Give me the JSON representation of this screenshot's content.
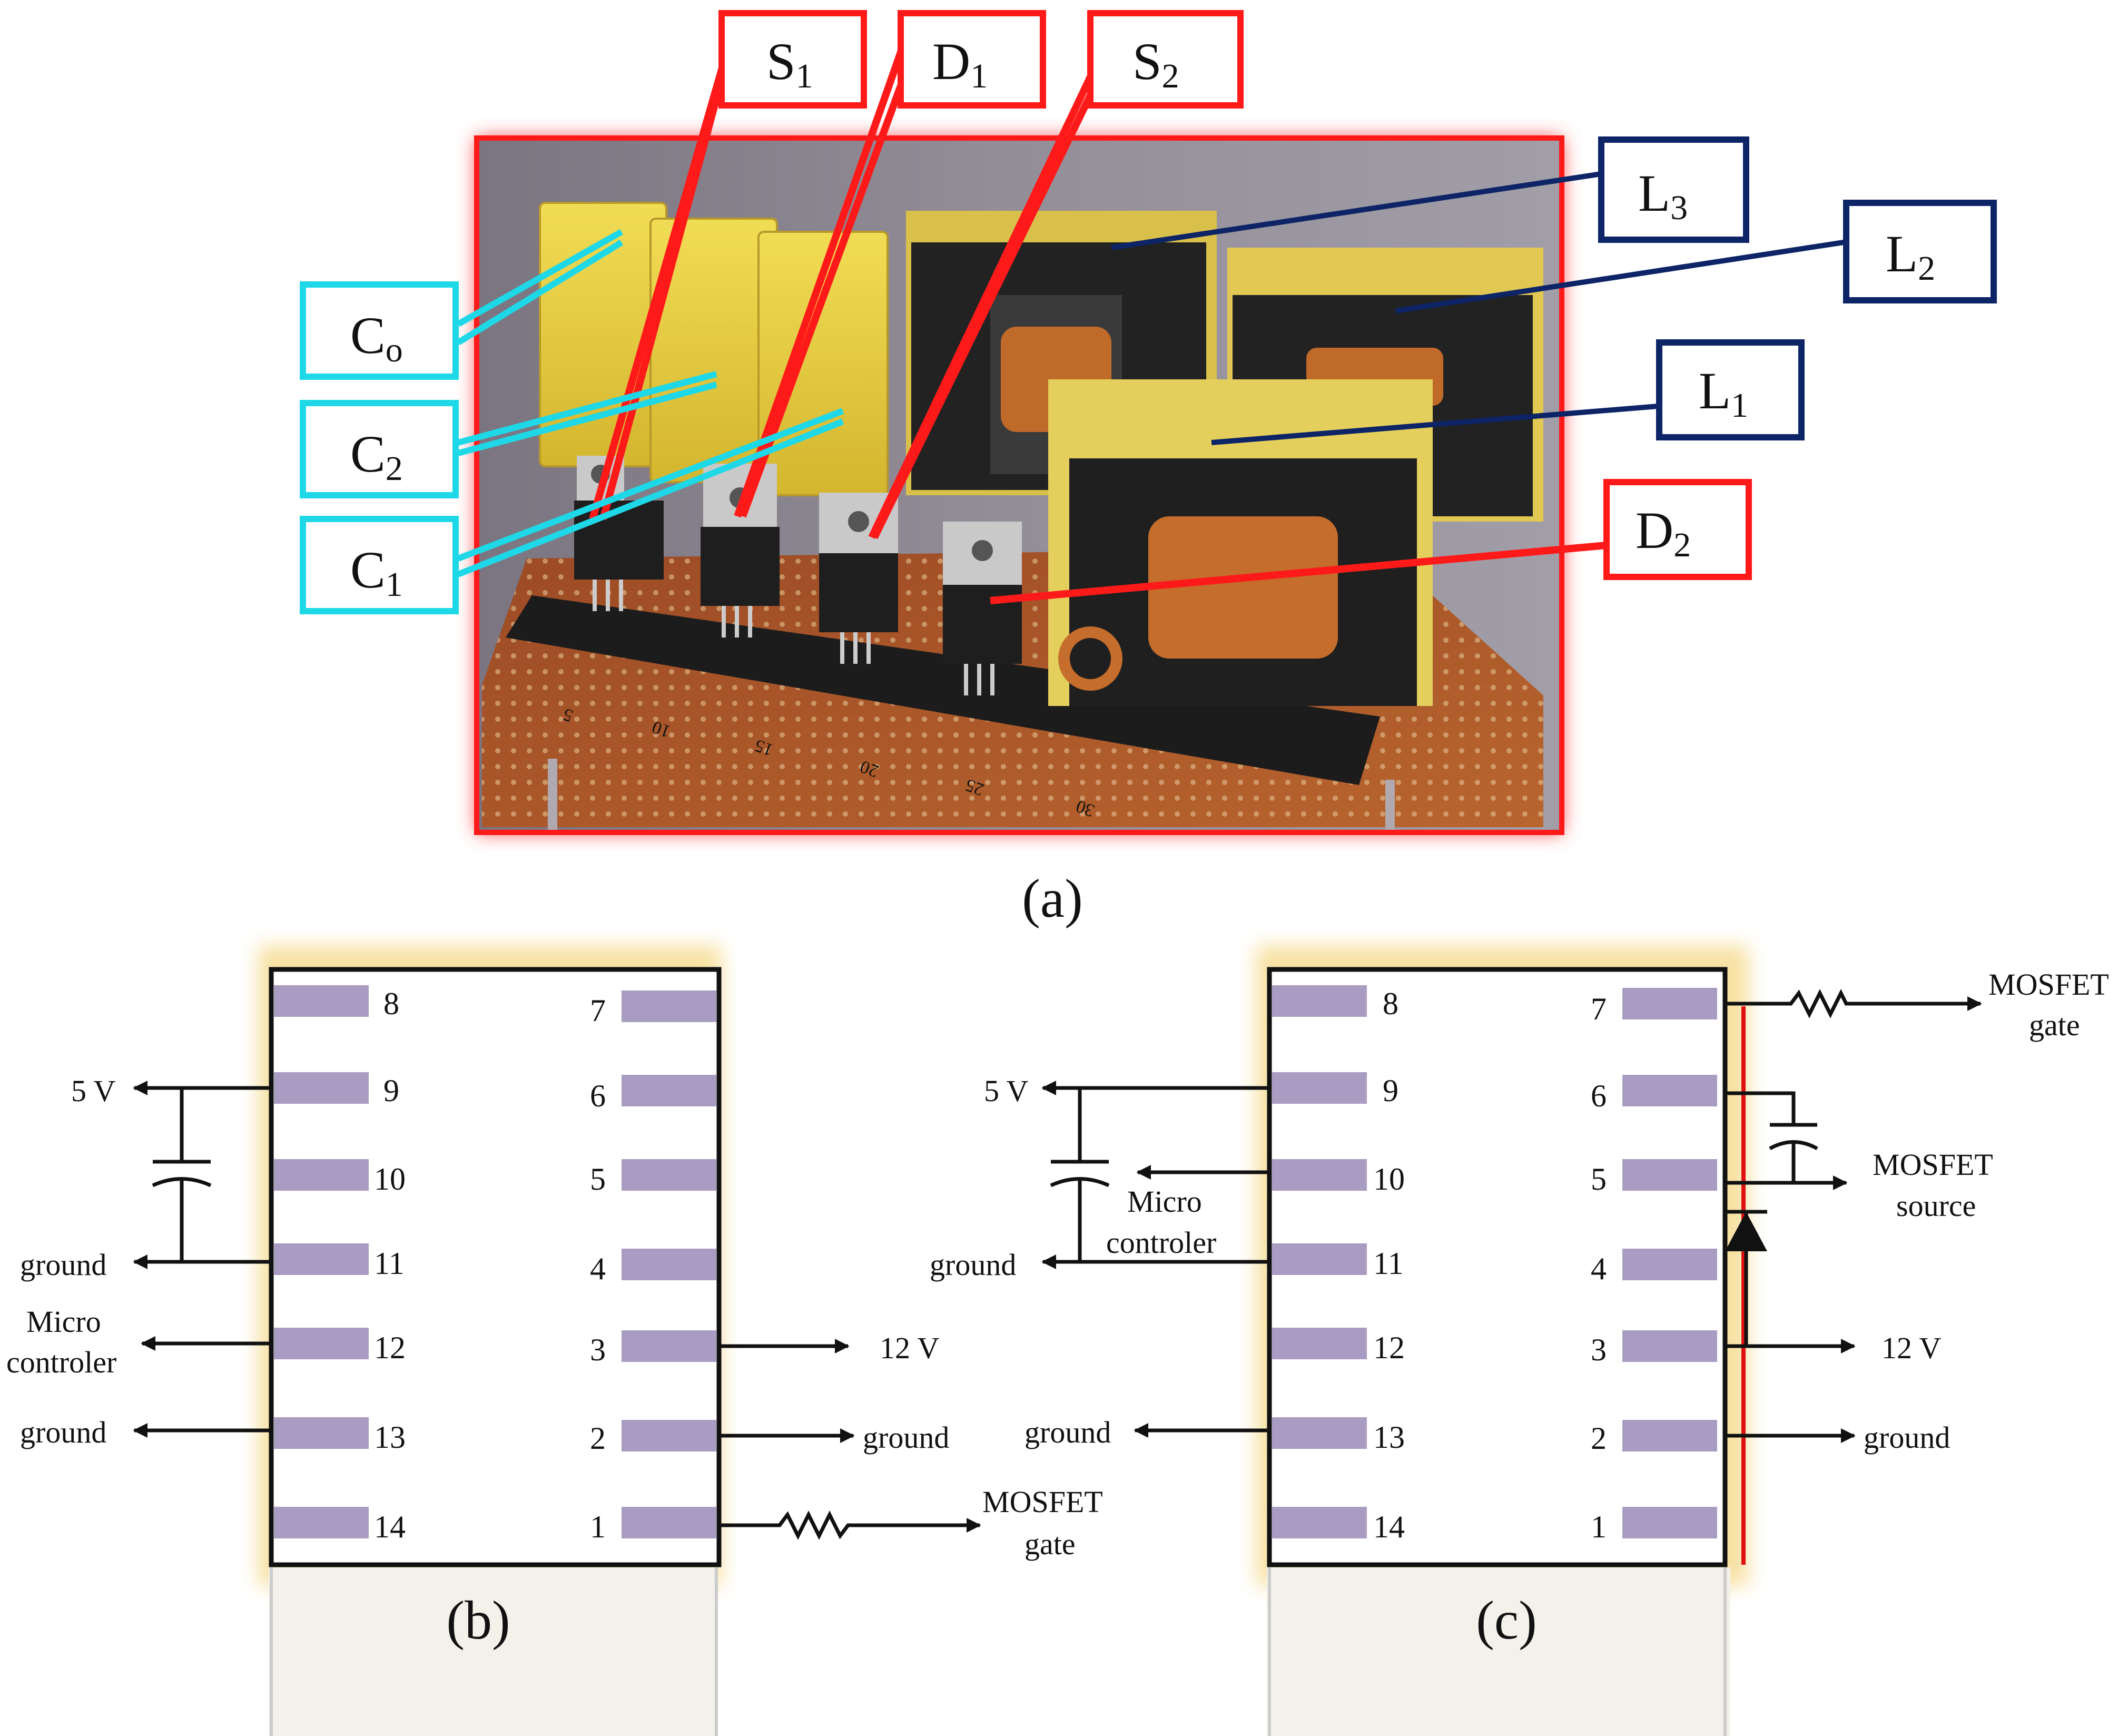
{
  "figure": {
    "panel_a": {
      "caption": "(a)",
      "callouts": {
        "s1": {
          "letter": "S",
          "sub": "1"
        },
        "d1": {
          "letter": "D",
          "sub": "1"
        },
        "s2": {
          "letter": "S",
          "sub": "2"
        },
        "l3": {
          "letter": "L",
          "sub": "3"
        },
        "l2": {
          "letter": "L",
          "sub": "2"
        },
        "l1": {
          "letter": "L",
          "sub": "1"
        },
        "d2": {
          "letter": "D",
          "sub": "2"
        },
        "co": {
          "letter": "C",
          "sub": "o"
        },
        "c2": {
          "letter": "C",
          "sub": "2"
        },
        "c1": {
          "letter": "C",
          "sub": "1"
        }
      },
      "board_numbers": [
        "5",
        "10",
        "15",
        "20",
        "25",
        "30"
      ],
      "colors": {
        "red": "#ff1a1a",
        "cyan": "#1ed8e8",
        "navy": "#0d2466"
      }
    },
    "panel_b": {
      "caption": "(b)",
      "left_pins": [
        "8",
        "9",
        "10",
        "11",
        "12",
        "13",
        "14"
      ],
      "right_pins": [
        "7",
        "6",
        "5",
        "4",
        "3",
        "2",
        "1"
      ],
      "signals": {
        "v5": "5 V",
        "ground1": "ground",
        "micro_line1": "Micro",
        "micro_line2": "controler",
        "ground2": "ground",
        "v12": "12 V",
        "ground3": "ground",
        "mosfet": "MOSFET",
        "gate": "gate"
      }
    },
    "panel_c": {
      "caption": "(c)",
      "left_pins": [
        "8",
        "9",
        "10",
        "11",
        "12",
        "13",
        "14"
      ],
      "right_pins": [
        "7",
        "6",
        "5",
        "4",
        "3",
        "2",
        "1"
      ],
      "signals": {
        "v5": "5 V",
        "micro_line1": "Micro",
        "micro_line2": "controler",
        "ground_left1": "ground",
        "ground_left2": "ground",
        "mosfet_gate_1": "MOSFET",
        "mosfet_gate_2": "gate",
        "mosfet_source_1": "MOSFET",
        "mosfet_source_2": "source",
        "v12": "12 V",
        "ground_right": "ground"
      }
    },
    "chip_colors": {
      "pad": "#a99cc2",
      "glow": "#f5d98a",
      "bootstrap": "#e01010"
    }
  }
}
